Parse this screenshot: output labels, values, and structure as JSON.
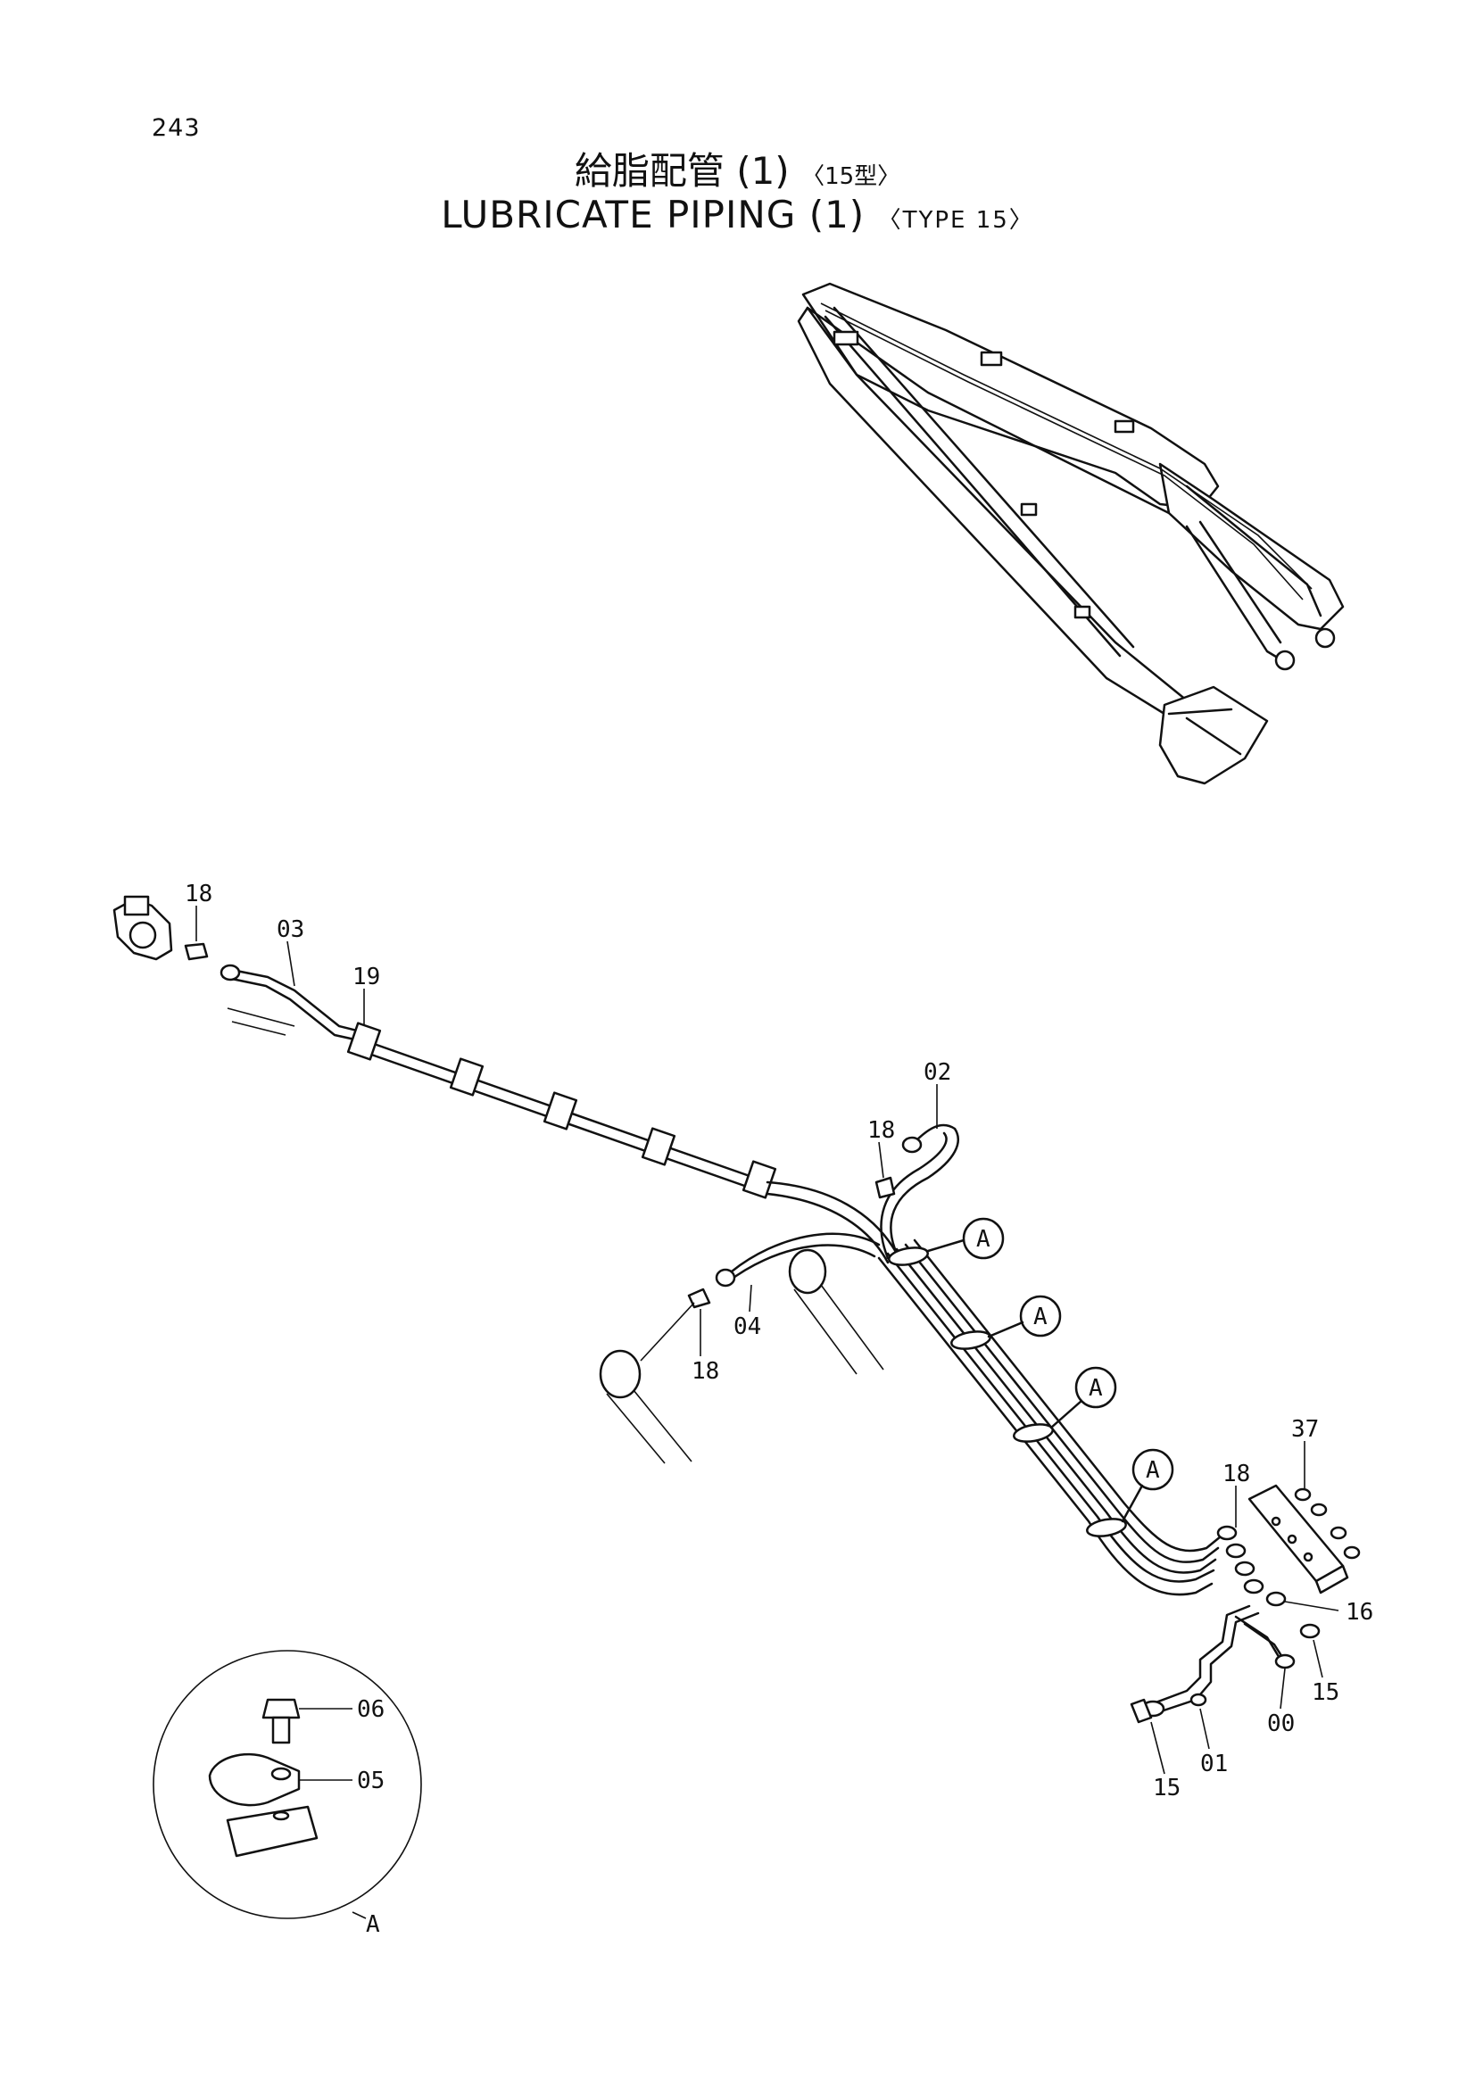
{
  "page": {
    "number": "243",
    "title_jp": "給脂配管 (1)",
    "type_jp": "〈15型〉",
    "title_en": "LUBRICATE PIPING (1)",
    "type_en": "〈TYPE 15〉"
  },
  "callouts": {
    "a1": "A",
    "a2": "A",
    "a3": "A",
    "a4": "A",
    "detail_view": "A"
  },
  "part_labels": {
    "p18_top": "18",
    "p03": "03",
    "p19": "19",
    "p02": "02",
    "p18_mid": "18",
    "p04": "04",
    "p18_low": "18",
    "p37": "37",
    "p18_block": "18",
    "p16": "16",
    "p15_right": "15",
    "p00": "00",
    "p01": "01",
    "p15_bottom": "15",
    "p06": "06",
    "p05": "05"
  }
}
